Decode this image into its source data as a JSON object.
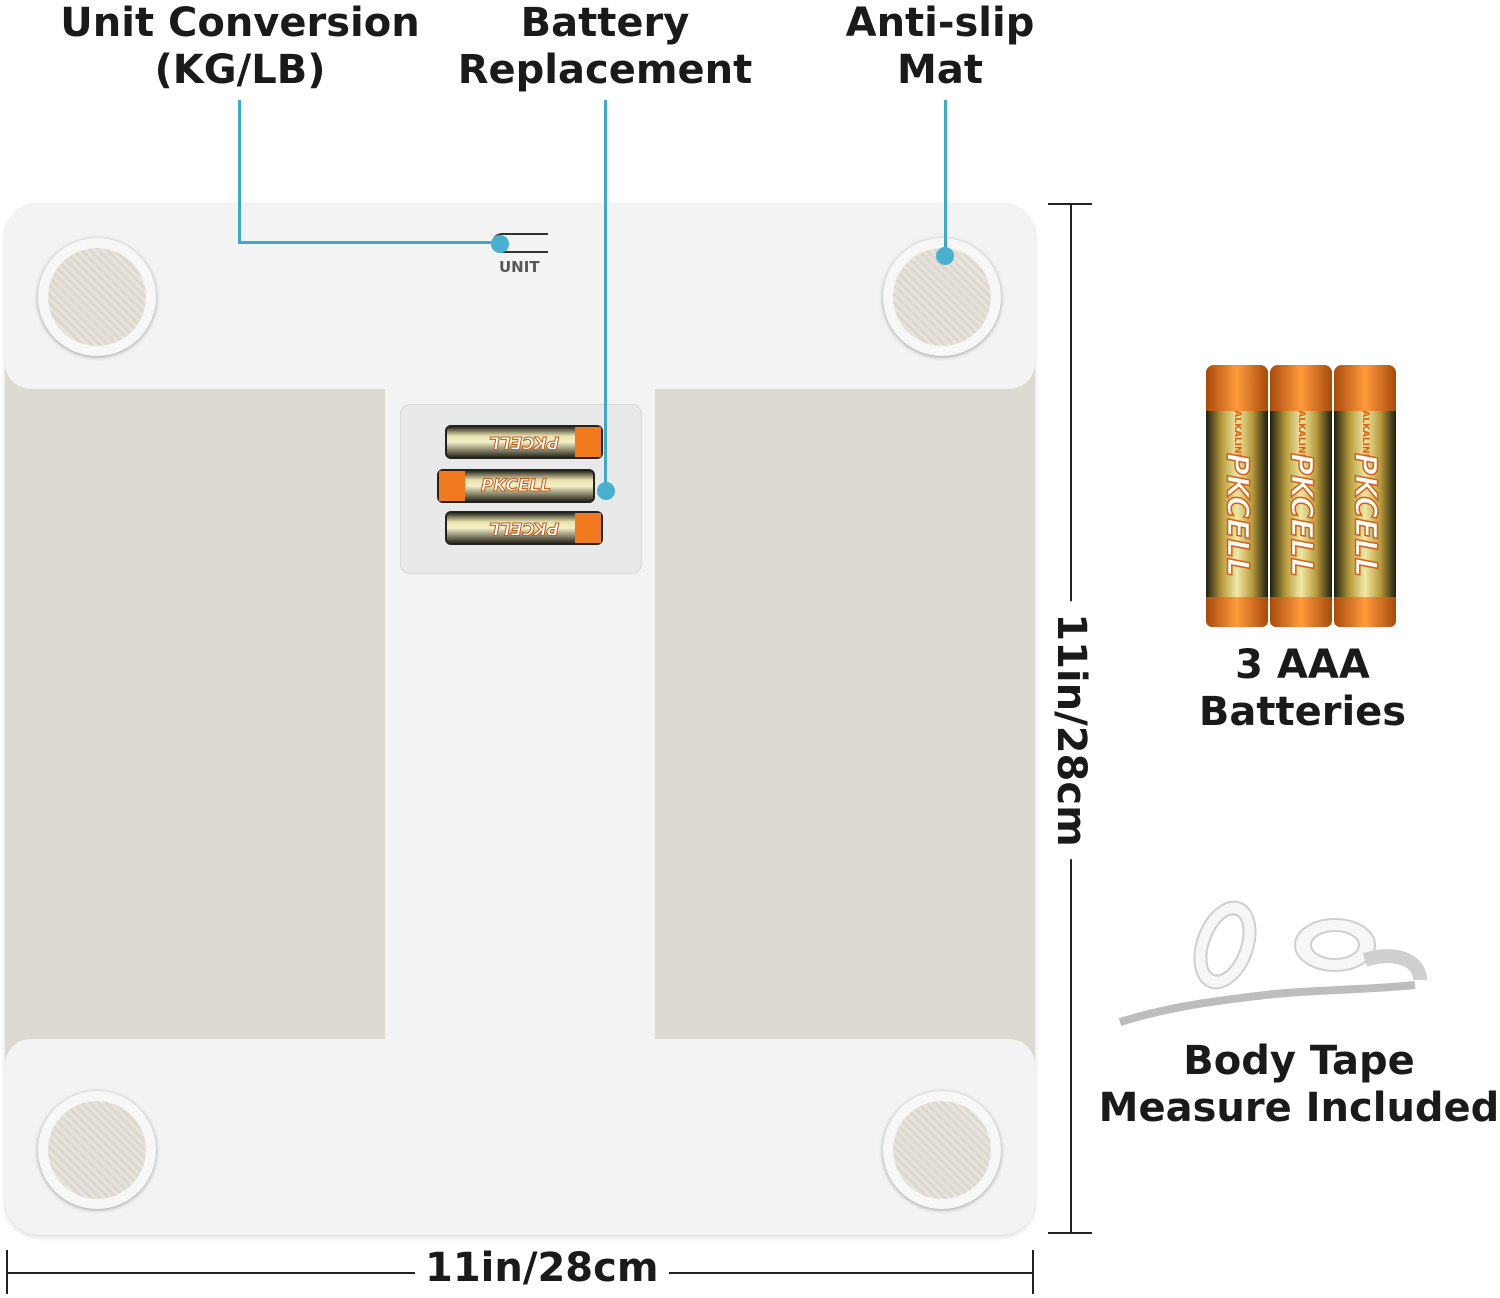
{
  "callouts": {
    "unit": {
      "line1": "Unit Conversion",
      "line2": "(KG/LB)"
    },
    "battery": {
      "line1": "Battery",
      "line2": "Replacement"
    },
    "mat": {
      "line1": "Anti-slip",
      "line2": "Mat"
    }
  },
  "scale": {
    "unit_button_label": "UNIT",
    "battery_brand": "PKCELL",
    "battery_type": "ALKALINE"
  },
  "dimensions": {
    "width": "11in/28cm",
    "height": "11in/28cm"
  },
  "accessories": {
    "batteries": {
      "line1": "3 AAA",
      "line2": "Batteries"
    },
    "tape": {
      "line1": "Body Tape",
      "line2": "Measure Included"
    }
  },
  "colors": {
    "callout": "#3fa9c9",
    "battery_orange": "#f07a1d",
    "panel": "#dcd9d3"
  }
}
